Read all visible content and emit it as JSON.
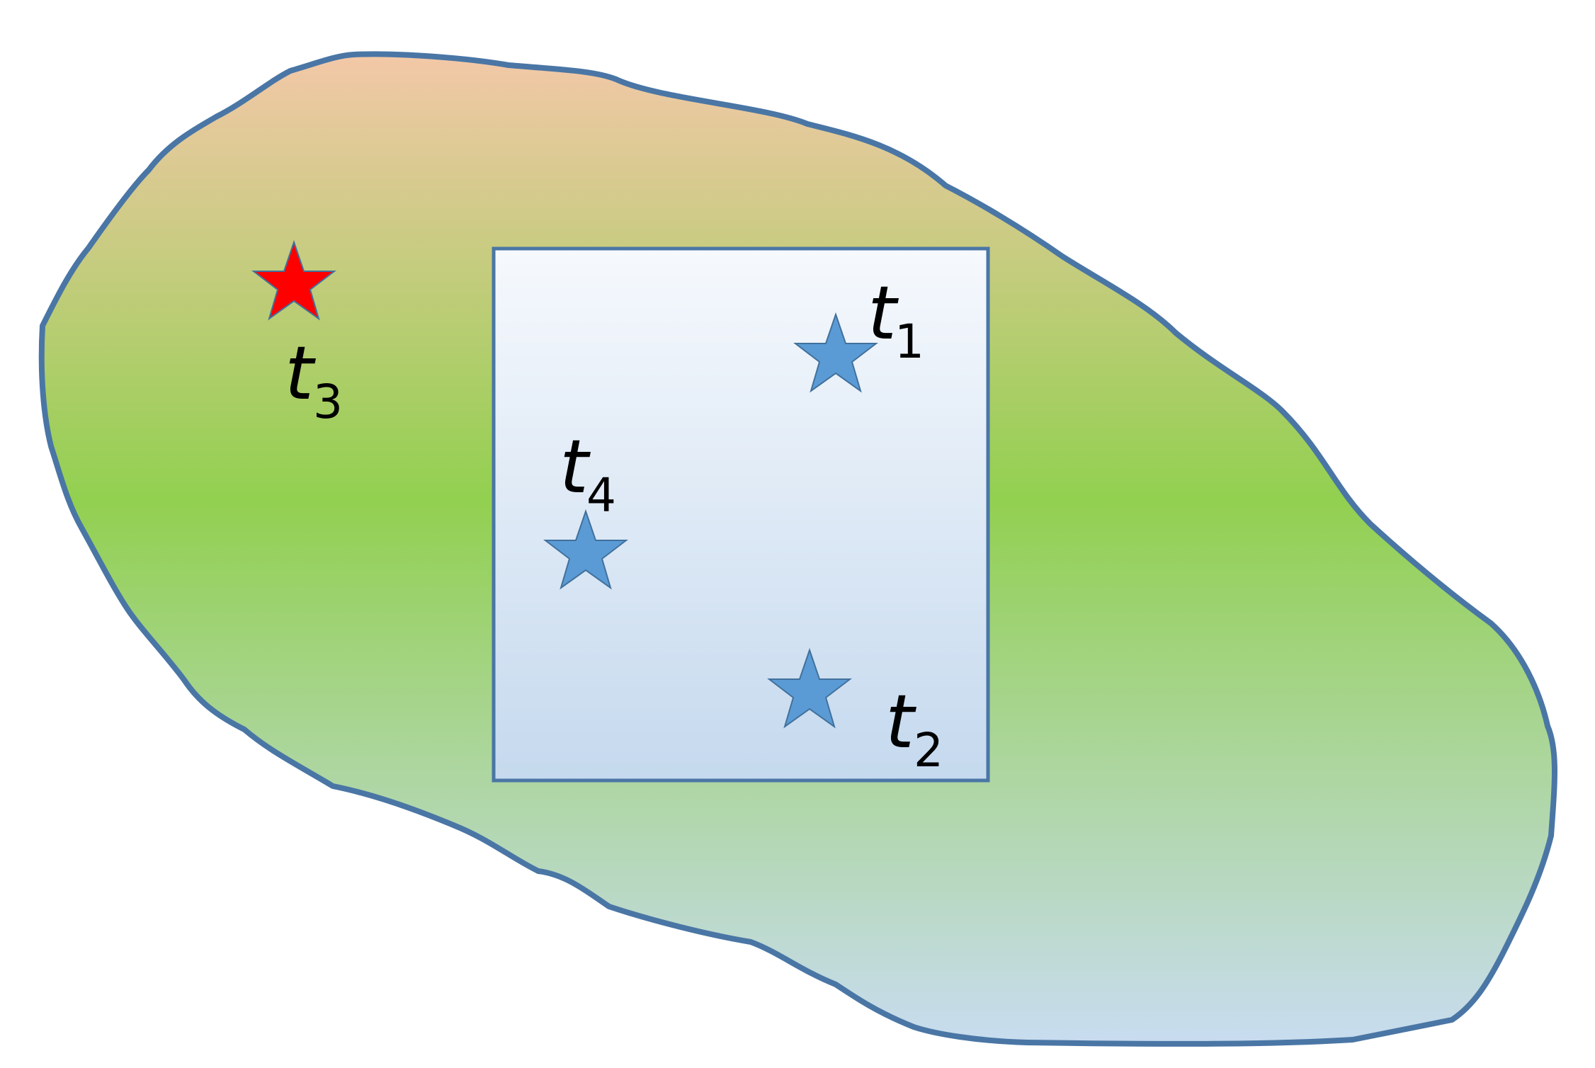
{
  "colors": {
    "region_outline": "#4a76a5",
    "region_gradient_top": "#f3c8a8",
    "region_gradient_middle": "#92d050",
    "region_gradient_bottom": "#c8dcf0",
    "box_outline": "#4a76a5",
    "box_gradient_top": "#f6f9fd",
    "box_gradient_bottom": "#c5d9ee",
    "star_blue": "#5b9bd5",
    "star_red": "#ff0000",
    "star_outline": "#41719c"
  },
  "icons": {
    "star": "five-point-star"
  },
  "labels": {
    "t1": {
      "main": "t",
      "sub": "1"
    },
    "t2": {
      "main": "t",
      "sub": "2"
    },
    "t3": {
      "main": "t",
      "sub": "3"
    },
    "t4": {
      "main": "t",
      "sub": "4"
    }
  }
}
